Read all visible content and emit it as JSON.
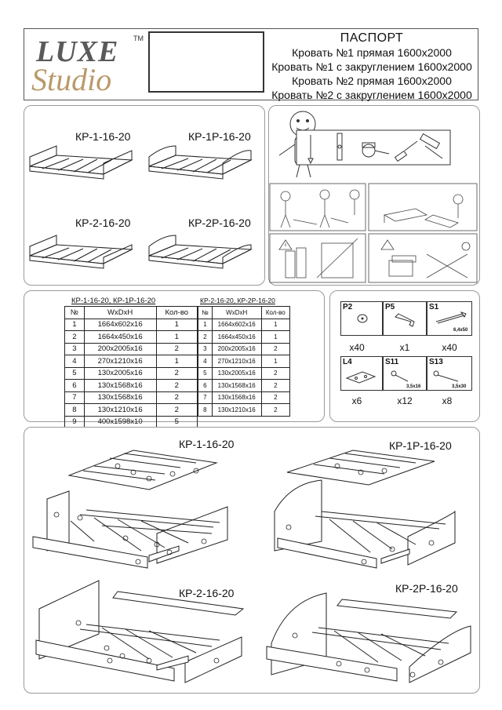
{
  "header": {
    "logo_top": "LUXE",
    "logo_bottom": "Studio",
    "logo_tm": "TM",
    "title": "ПАСПОРТ",
    "lines": [
      "Кровать №1 прямая 1600х2000",
      "Кровать №1 с закруглением 1600х2000",
      "Кровать №2 прямая 1600х2000",
      "Кровать №2 с закруглением 1600х2000"
    ]
  },
  "models": [
    "КР-1-16-20",
    "КР-1Р-16-20",
    "КР-2-16-20",
    "КР-2Р-16-20"
  ],
  "table1": {
    "caption": "КР-1-16-20,    КР-1Р-16-20",
    "headers": [
      "№",
      "WxDxH",
      "Кол-во"
    ],
    "rows": [
      [
        "1",
        "1664x602x16",
        "1"
      ],
      [
        "2",
        "1664x450x16",
        "1"
      ],
      [
        "3",
        "200x2005x16",
        "2"
      ],
      [
        "4",
        "270x1210x16",
        "1"
      ],
      [
        "5",
        "130x2005x16",
        "2"
      ],
      [
        "6",
        "130x1568x16",
        "2"
      ],
      [
        "7",
        "130x1568x16",
        "2"
      ],
      [
        "8",
        "130x1210x16",
        "2"
      ],
      [
        "9",
        "400x1598x10",
        "5"
      ]
    ]
  },
  "table2": {
    "caption": "КР-2-16-20,    КР-2Р-16-20",
    "headers": [
      "№",
      "WxDxH",
      "Кол-во"
    ],
    "rows": [
      [
        "1",
        "1664x602x16",
        "1"
      ],
      [
        "2",
        "1664x450x16",
        "1"
      ],
      [
        "3",
        "200x2005x16",
        "2"
      ],
      [
        "4",
        "270x1210x16",
        "1"
      ],
      [
        "5",
        "130x2005x16",
        "2"
      ],
      [
        "6",
        "130x1568x16",
        "2"
      ],
      [
        "7",
        "130x1568x16",
        "2"
      ],
      [
        "8",
        "130x1210x16",
        "2"
      ]
    ]
  },
  "hardware": [
    {
      "code": "P2",
      "qty": "x40",
      "dim": ""
    },
    {
      "code": "P5",
      "qty": "x1",
      "dim": ""
    },
    {
      "code": "S1",
      "qty": "x40",
      "dim": "6,4x50"
    },
    {
      "code": "L4",
      "qty": "x6",
      "dim": ""
    },
    {
      "code": "S11",
      "qty": "x12",
      "dim": "3,5x16"
    },
    {
      "code": "S13",
      "qty": "x8",
      "dim": "3,5x30"
    }
  ],
  "assembly": [
    "КР-1-16-20",
    "КР-1Р-16-20",
    "КР-2-16-20",
    "КР-2Р-16-20"
  ]
}
